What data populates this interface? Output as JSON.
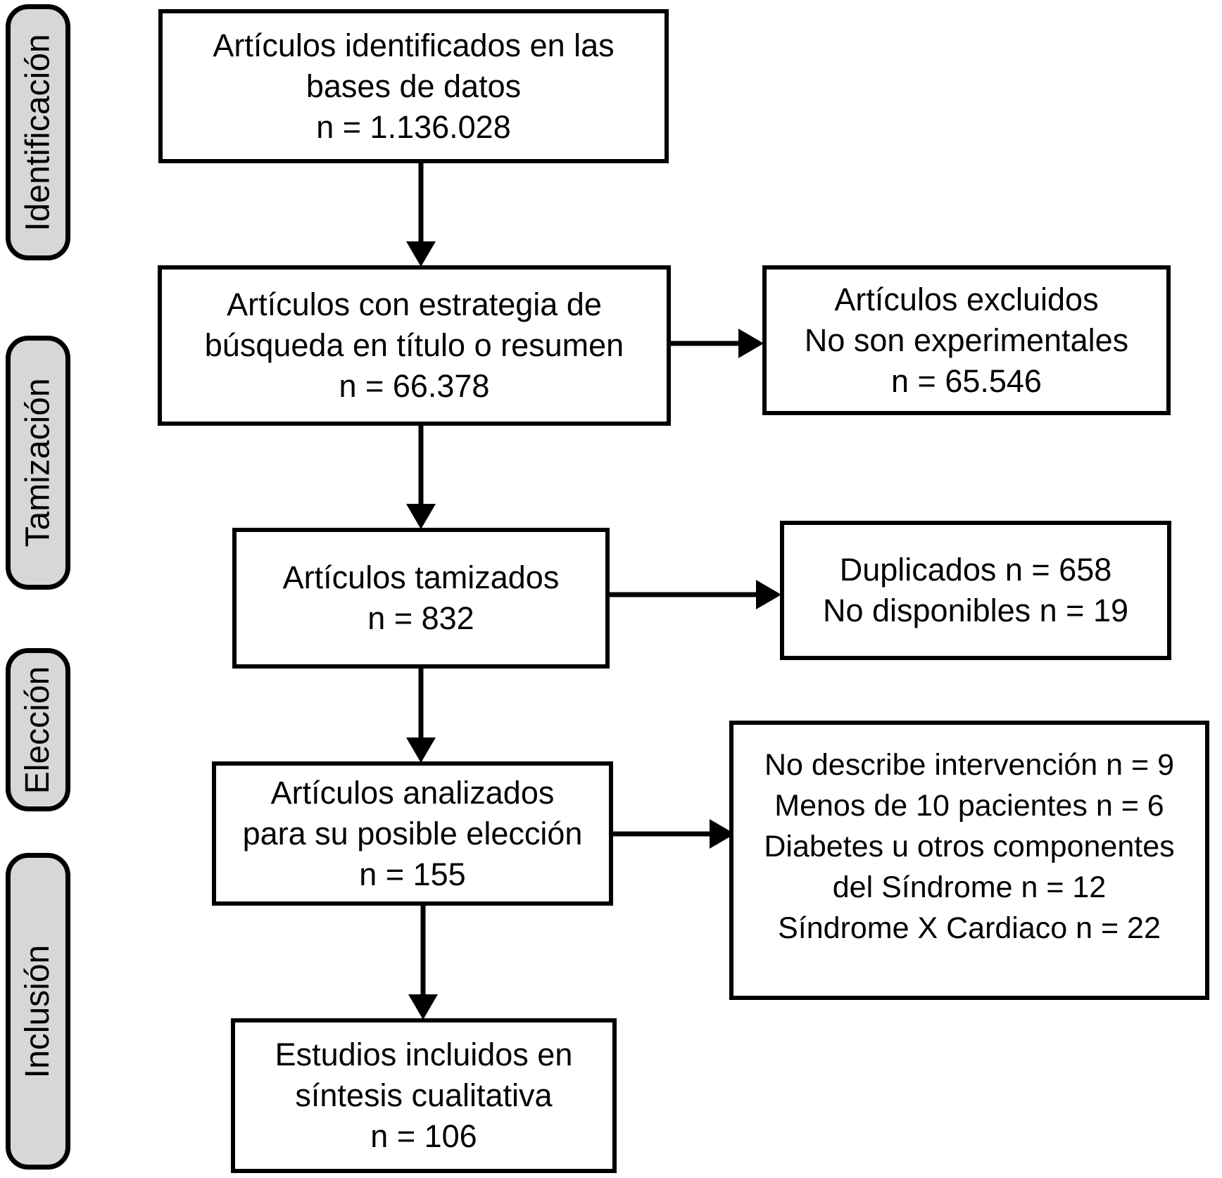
{
  "diagram_title": "PRISMA flow diagram (Spanish)",
  "stages": [
    "Identificación",
    "Tamización",
    "Elección",
    "Inclusión"
  ],
  "flow": {
    "identified": {
      "lines": [
        "Artículos identificados en las",
        "bases de datos",
        "n = 1.136.028"
      ]
    },
    "strategy": {
      "lines": [
        "Artículos con estrategia de",
        "búsqueda en título o resumen",
        "n = 66.378"
      ]
    },
    "screened": {
      "lines": [
        "Artículos tamizados",
        "n = 832"
      ]
    },
    "analyzed": {
      "lines": [
        "Artículos analizados",
        "para su posible elección",
        "n = 155"
      ]
    },
    "included": {
      "lines": [
        "Estudios incluidos en",
        "síntesis cualitativa",
        "n = 106"
      ]
    },
    "excluded_not_experimental": {
      "lines": [
        "Artículos excluidos",
        "No son experimentales",
        "n = 65.546"
      ]
    },
    "excluded_duplicates": {
      "lines": [
        "Duplicados n = 658",
        "No disponibles n = 19"
      ]
    },
    "excluded_reasons": {
      "lines": [
        "No describe intervención n = 9",
        "Menos de 10 pacientes n = 6",
        "Diabetes u otros componentes",
        "del Síndrome n = 12",
        "Síndrome X Cardiaco n = 22"
      ]
    }
  },
  "colors": {
    "stage_fill": "#d7d7d7",
    "box_fill": "#ffffff",
    "line": "#000000"
  }
}
